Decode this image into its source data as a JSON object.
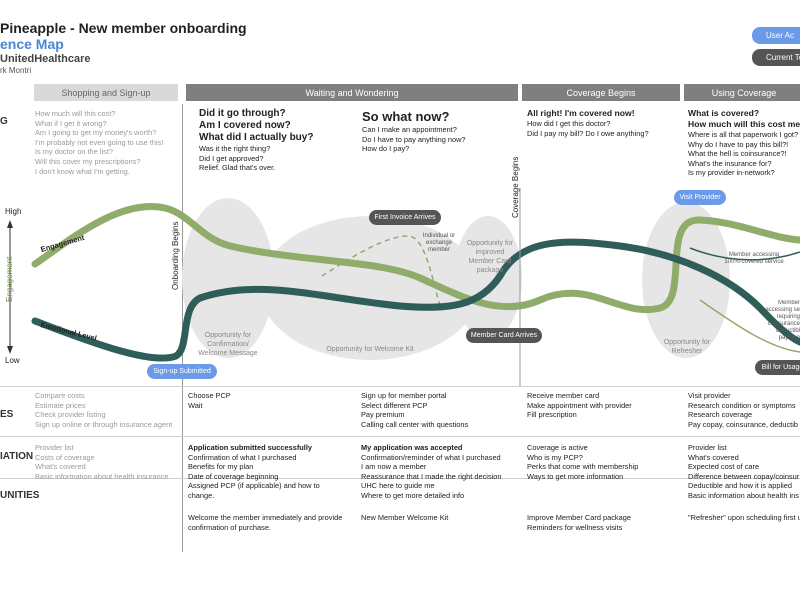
{
  "header": {
    "title": "Pineapple - New member onboarding",
    "subtitle": "ence Map",
    "company": "UnitedHealthcare",
    "author": "rk Montri"
  },
  "legend": {
    "user_action": "User Ac",
    "current_touchpoint": "Current Tou"
  },
  "stages": [
    "Shopping and Sign-up",
    "Waiting and Wondering",
    "Coverage Begins",
    "Using Coverage"
  ],
  "row_labels": {
    "thinking": "G",
    "actions": "ES",
    "information": "IATION",
    "opportunities": "UNITIES"
  },
  "thinking": {
    "shopping": [
      "How much will this cost?",
      "What if I get it wrong?",
      "Am I going to get my money's worth?",
      "I'm probably not even going to use this!",
      "Is my doctor on the list?",
      "Will this cover my prescriptions?",
      "I don't know what I'm getting."
    ],
    "waiting_head": [
      "Did it go through?",
      "Am I covered now?",
      "What did I actually buy?"
    ],
    "waiting_sub": [
      "Was it the right thing?",
      "Did I get approved?",
      "Relief. Glad that's over."
    ],
    "sowhat_head": "So what now?",
    "sowhat_sub": [
      "Can I make an appointment?",
      "Do I have to pay anything now?",
      "How do I pay?"
    ],
    "coverage_head": "All right! I'm covered now!",
    "coverage_sub": [
      "How did I get this doctor?",
      "Did I pay my bill? Do I owe anything?"
    ],
    "using_head": [
      "What is covered?",
      "How much will this cost me?"
    ],
    "using_sub": [
      "Where is all that paperwork I got?",
      "Why do I have to pay this bill?!",
      "What the hell is coinsurance?!",
      "What's the insurance for?",
      "Is my provider in-network?"
    ]
  },
  "graph": {
    "high": "High",
    "low": "Low",
    "axis_label": "Engagement",
    "engagement_label": "Engagement",
    "emotional_label": "Emotional Level",
    "onboarding_begins": "Onboarding Begins",
    "coverage_begins": "Coverage Begins",
    "touchpoints": {
      "signup": "Sign-up Submitted",
      "first_invoice": "First Invoice Arrives",
      "member_card": "Member Card Arrives",
      "visit_provider": "Visit Provider",
      "bill_usage": "Bill for Usage"
    },
    "opportunities": {
      "confirmation": [
        "Opportunity for",
        "Confirmation/",
        "Welcome Message"
      ],
      "welcome_kit": "Opportunity for Welcome Kit",
      "card_package": [
        "Opportunity for",
        "improved",
        "Member Card",
        "package"
      ],
      "refresher": [
        "Opportunity for",
        "Refresher"
      ]
    },
    "annotations": {
      "individual": [
        "Individual or",
        "exchange",
        "member"
      ],
      "covered_service": [
        "Member accessing",
        "100%-covered service"
      ],
      "coinsurance": [
        "Member",
        "accessing se",
        "requiring",
        "coinsurance",
        "deductibl",
        "paymen"
      ]
    }
  },
  "actions": {
    "shopping": [
      "Compare costs",
      "Estimate prices",
      "Check provider listing",
      "Sign up online or through insurance agent"
    ],
    "waiting1": [
      "Choose PCP",
      "Wait"
    ],
    "waiting2": [
      "Sign up for member portal",
      "Select different PCP",
      "Pay premium",
      "Calling call center with questions"
    ],
    "coverage": [
      "Receive member card",
      "Make appointment with provider",
      "Fill prescription"
    ],
    "using": [
      "Visit provider",
      "Research condition or symptoms",
      "Research coverage",
      "Pay copay, coinsurance, deductib"
    ]
  },
  "information": {
    "shopping": [
      "Provider list",
      "Costs of coverage",
      "What's covered",
      "Basic information about health insurance"
    ],
    "waiting1_head": "Application submitted successfully",
    "waiting1": [
      "Confirmation of what I purchased",
      "Benefits for my plan",
      "Date of coverage beginning",
      "Assigned PCP (if applicable) and how to",
      "change."
    ],
    "waiting2_head": "My application was accepted",
    "waiting2": [
      "Confirmation/reminder of what I purchased",
      "I am now a member",
      "Reassurance that I made the right decision",
      "UHC here to guide me",
      "Where to get more detailed info"
    ],
    "coverage": [
      "Coverage is active",
      "Who is my PCP?",
      "Perks that come with membership",
      "Ways to get more information"
    ],
    "using": [
      "Provider list",
      "What's covered",
      "Expected cost of care",
      "Difference between copay/coinsur",
      "Deductible and how it is applied",
      "Basic information about health ins"
    ]
  },
  "opportunities_row": {
    "waiting1": [
      "Welcome the member immediately and provide",
      "confirmation of purchase."
    ],
    "waiting2": [
      "New Member Welcome Kit"
    ],
    "coverage": [
      "Improve Member Card package",
      "Reminders for wellness visits"
    ],
    "using": [
      "\"Refresher\" upon scheduling first u"
    ]
  },
  "colors": {
    "engagement": "#8fac6a",
    "emotional": "#2f5e5a",
    "pill_dark": "#555555",
    "pill_blue": "#6b9be8",
    "stage_active": "#7f7f7f",
    "stage_dim": "#d9d9d9"
  }
}
